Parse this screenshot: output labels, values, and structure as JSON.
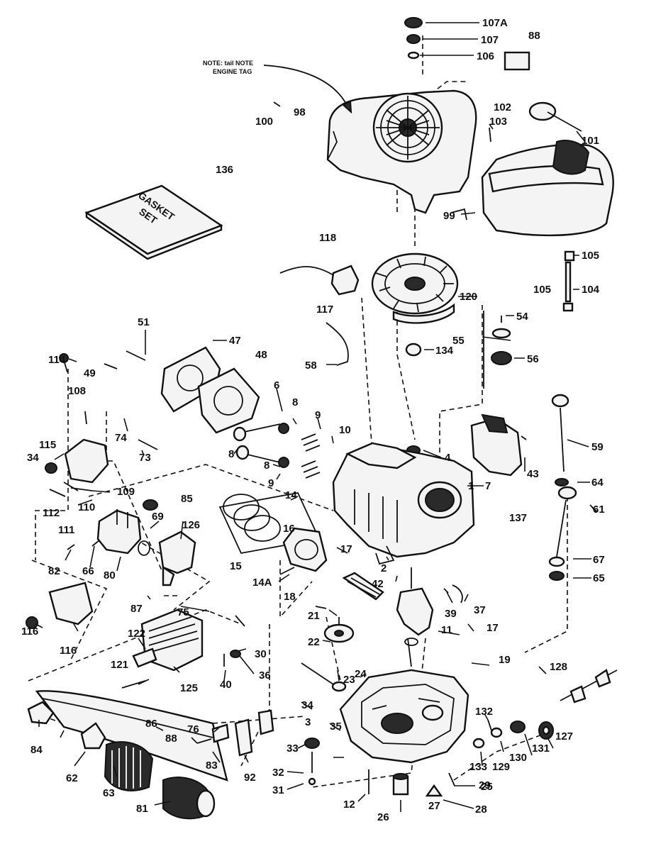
{
  "diagram": {
    "note_line1": "NOTE: tail NOTE",
    "note_line2": "ENGINE TAG",
    "gasket_set_line1": "GASKET",
    "gasket_set_line2": "SET",
    "callouts": {
      "c107A": "107A",
      "c107": "107",
      "c106": "106",
      "c88": "88",
      "c102": "102",
      "c103": "103",
      "c101": "101",
      "c100": "100",
      "c98": "98",
      "c136": "136",
      "c99": "99",
      "c105a": "105",
      "c104": "104",
      "c105b": "105",
      "c118": "118",
      "c117": "117",
      "c120": "120",
      "c54": "54",
      "c55": "55",
      "c134": "134",
      "c56": "56",
      "c58": "58",
      "c51": "51",
      "c47": "47",
      "c48": "48",
      "c114": "114",
      "c49": "49",
      "c108": "108",
      "c6": "6",
      "c8a": "8",
      "c9a": "9",
      "c10": "10",
      "c74": "74",
      "c73": "73",
      "c115": "115",
      "c34a": "34",
      "c4": "4",
      "c43": "43",
      "c137": "137",
      "c59": "59",
      "c64": "64",
      "c7": "7",
      "c8b": "8",
      "c8c": "8",
      "c9b": "9",
      "c109": "109",
      "c85": "85",
      "c112": "112",
      "c110": "110",
      "c111": "111",
      "c14": "14",
      "c1": "1",
      "c69": "69",
      "c126": "126",
      "c15": "15",
      "c16": "16",
      "c61": "61",
      "c67": "67",
      "c65": "65",
      "c82": "82",
      "c66": "66",
      "c80": "80",
      "c17a": "17",
      "c2": "2",
      "c42": "42",
      "c14A": "14A",
      "c87": "87",
      "c18": "18",
      "c39": "39",
      "c37": "37",
      "c116a": "116",
      "c116b": "116",
      "c75": "75",
      "c21": "21",
      "c11": "11",
      "c17b": "17",
      "c122": "122",
      "c22": "22",
      "c30": "30",
      "c19": "19",
      "c121": "121",
      "c23": "23",
      "c24": "24",
      "c128": "128",
      "c36": "36",
      "c40": "40",
      "c125": "125",
      "c34b": "34",
      "c84": "84",
      "c86": "86",
      "c76": "76",
      "c3": "3",
      "c35": "35",
      "c132": "132",
      "c62": "62",
      "c88b": "88",
      "c33": "33",
      "c130": "130",
      "c131": "131",
      "c127": "127",
      "c63": "63",
      "c83": "83",
      "c92": "92",
      "c133": "133",
      "c129": "129",
      "c32": "32",
      "c31": "31",
      "c25": "25",
      "c12": "12",
      "c28": "28",
      "c27": "27",
      "c29": "29",
      "c26": "26",
      "c81": "81"
    }
  }
}
